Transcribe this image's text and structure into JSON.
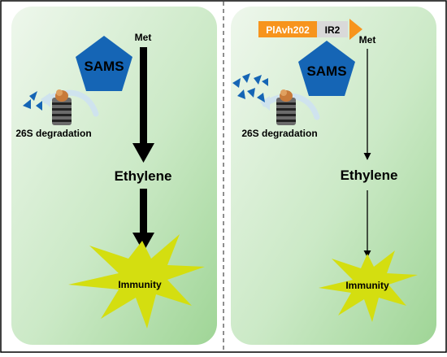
{
  "left_panel": {
    "protein_label": "SAMS",
    "substrate_label": "Met",
    "degradation_label": "26S degradation",
    "product_label": "Ethylene",
    "outcome_label": "Immunity"
  },
  "right_panel": {
    "effector_label": "PlAvh202",
    "ir_label": "IR2",
    "protein_label": "SAMS",
    "substrate_label": "Met",
    "degradation_label": "26S degradation",
    "product_label": "Ethylene",
    "outcome_label": "Immunity"
  },
  "colors": {
    "panel_fill_light": "#e6f4e4",
    "panel_fill_dark": "#a8d8a0",
    "sams_blue": "#1565b5",
    "immunity_yellow": "#d4de10",
    "effector_orange": "#f7941d",
    "ir_gray": "#d9d9d9",
    "proteasome_orange": "#c87a3a"
  }
}
